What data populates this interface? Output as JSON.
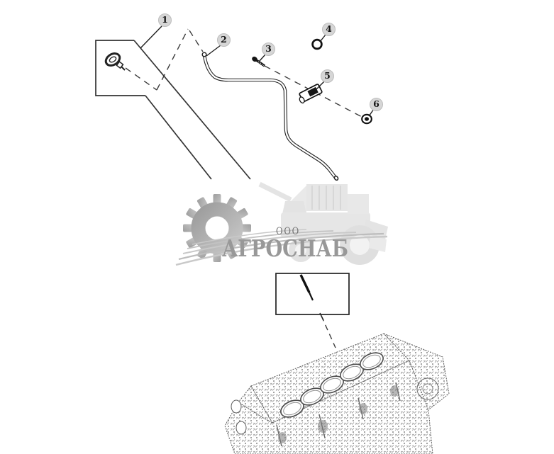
{
  "page": {
    "background": "#ffffff",
    "ink_color": "#2e2e2e",
    "kind": "exploded parts diagram - engine oil dipstick and tube"
  },
  "diagram": {
    "callout_fill": "#d6d6d6",
    "callout_text_color": "#141414",
    "callouts": [
      {
        "number": "1",
        "part": "dipstick-with-handle"
      },
      {
        "number": "2",
        "part": "dipstick-tube"
      },
      {
        "number": "3",
        "part": "mounting-bolt"
      },
      {
        "number": "4",
        "part": "o-ring"
      },
      {
        "number": "5",
        "part": "tube-clamp"
      },
      {
        "number": "6",
        "part": "nut"
      }
    ]
  },
  "watermark": {
    "prefix": "ООО",
    "company": "АГРОСНАБ",
    "prefix_color": "#717171",
    "company_color": "#989898",
    "gear_color": "#b0b0b0",
    "machine_color": "#e4e4e4",
    "swoosh_color": "#c9c9c9"
  }
}
